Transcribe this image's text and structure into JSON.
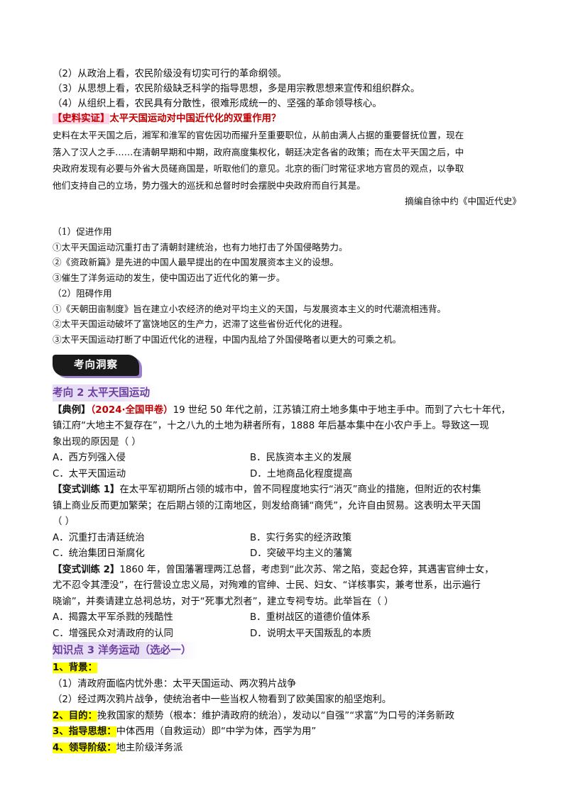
{
  "points_top": [
    "（2）从政治上看，农民阶级没有切实可行的革命纲领。",
    "（3）从思想上看，农民阶级缺乏科学的指导思想，多是用宗教思想来宣传和组织群众。",
    "（4）从组织上看，农民具有分散性，很难形成统一的、坚强的革命领导核心。"
  ],
  "evidence": {
    "tag": "【史料实证】",
    "question": "太平天国运动对中国近代化的双重作用？",
    "source_lines": [
      "史料在太平天国之后，湘军和淮军的官佐因功而擢升至重要职位，从前由满人占据的重要督抚位置，现在",
      "落入了汉人之手……在清朝早期和中期，政府高度集权化，朝廷决定各省的政策；而在太平天国之后，中",
      "央政府发现有必要与外省大员磋商国是，听取他们的意见。北京的衙门时常征求地方官员的观点，以争取",
      "他们支持自己的立场，势力强大的巡抚和总督时时会摆脱中央政府而自行其是。"
    ],
    "attribution": "摘编自徐中约《中国近代史》"
  },
  "effects": {
    "promote_title": "（1）促进作用",
    "promote": [
      "①太平天国运动沉重打击了清朝封建统治，也有力地打击了外国侵略势力。",
      "②《资政新篇》是先进的中国人最早提出的在中国发展资本主义的设想。",
      "③催生了洋务运动的发生，使中国迈出了近代化的第一步。"
    ],
    "hinder_title": "（2）阻碍作用",
    "hinder": [
      "①《天朝田亩制度》旨在建立小农经济的绝对平均主义的天国，与发展资本主义的时代潮流相违背。",
      "②太平天国运动破坏了富饶地区的生产力，迟滞了这些省份近代化的进程。",
      "③太平天国运动打断了中国近代化的进程，中国内乱给了外国侵略者以更大的可乘之机。"
    ]
  },
  "banner_label": "考向洞察",
  "direction_heading": "考向 2  太平天国运动",
  "example": {
    "tag": "【典例】",
    "source": "（2024·全国甲卷）",
    "stem_lines": [
      "19 世纪 50 年代之前，江苏镇江府土地多集中于地主手中。而到了六七十年代，",
      "镇江府“大地主不复存在”，十之八九的土地为耕者所有，1888 年后基本集中在小农户手上。导致这一现",
      "象出现的原因是（    ）"
    ],
    "options": [
      "A．西方列强入侵",
      "B．民族资本主义的发展",
      "C．太平天国运动",
      "D．土地商品化程度提高"
    ]
  },
  "practice1": {
    "tag": "【变式训练 1】",
    "stem_lines": [
      "在太平军初期所占领的城市中，曾不同程度地实行“消灭”商业的措施，但附近的农村集",
      "镇上商业反而更加繁荣；在后期占领的江南地区，则发给商铺“商凭”，允许自由贸易。这表明太平天国",
      "（          ）"
    ],
    "options": [
      "A．沉重打击清廷统治",
      "B．实行务实的经济政策",
      "C．统治集团日渐腐化",
      "D．突破平均主义的藩篱"
    ]
  },
  "practice2": {
    "tag": "【变式训练 2】",
    "stem_lines": [
      "1860 年，曾国藩署理两江总督，考虑到“此次苏、常之陷，变起仓猝，其遇害官绅士女，",
      "尤不忍令其湮没”，在行营设立忠义局，对殉难的官绅、士民、妇女、“详核事实，兼考世系，出示遍行",
      "晓谕”，并奏请建立总祠总坊，对于“死事尤烈者”，建立专祠专坊。此举旨在（          ）"
    ],
    "options": [
      "A．揭露太平军杀戮的残酷性",
      "B．重树战区的道德价值体系",
      "C．增强民众对清政府的认同",
      "D．说明太平天国叛乱的本质"
    ]
  },
  "knowledge_heading": "知识点 3  洋务运动（选必一）",
  "yangwu": {
    "bg_label": "1、背景：",
    "bg_items": [
      "（1）清政府面临内忧外患：太平天国运动、两次鸦片战争",
      "（2）经过两次鸦片战争，使统治者中一些当权人物看到了欧美国家的船坚炮利。"
    ],
    "purpose_label": "2、目的：",
    "purpose_text": "挽救国家的颓势（根本：维护清政府的统治），发动以“自强”“求富”为口号的洋务新政",
    "thought_label": "3、指导思想：",
    "thought_text": "中体西用（自救运动）即“中学为体，西学为用”",
    "leader_label": "4、领导阶级：",
    "leader_text": "地主阶级洋务派"
  }
}
